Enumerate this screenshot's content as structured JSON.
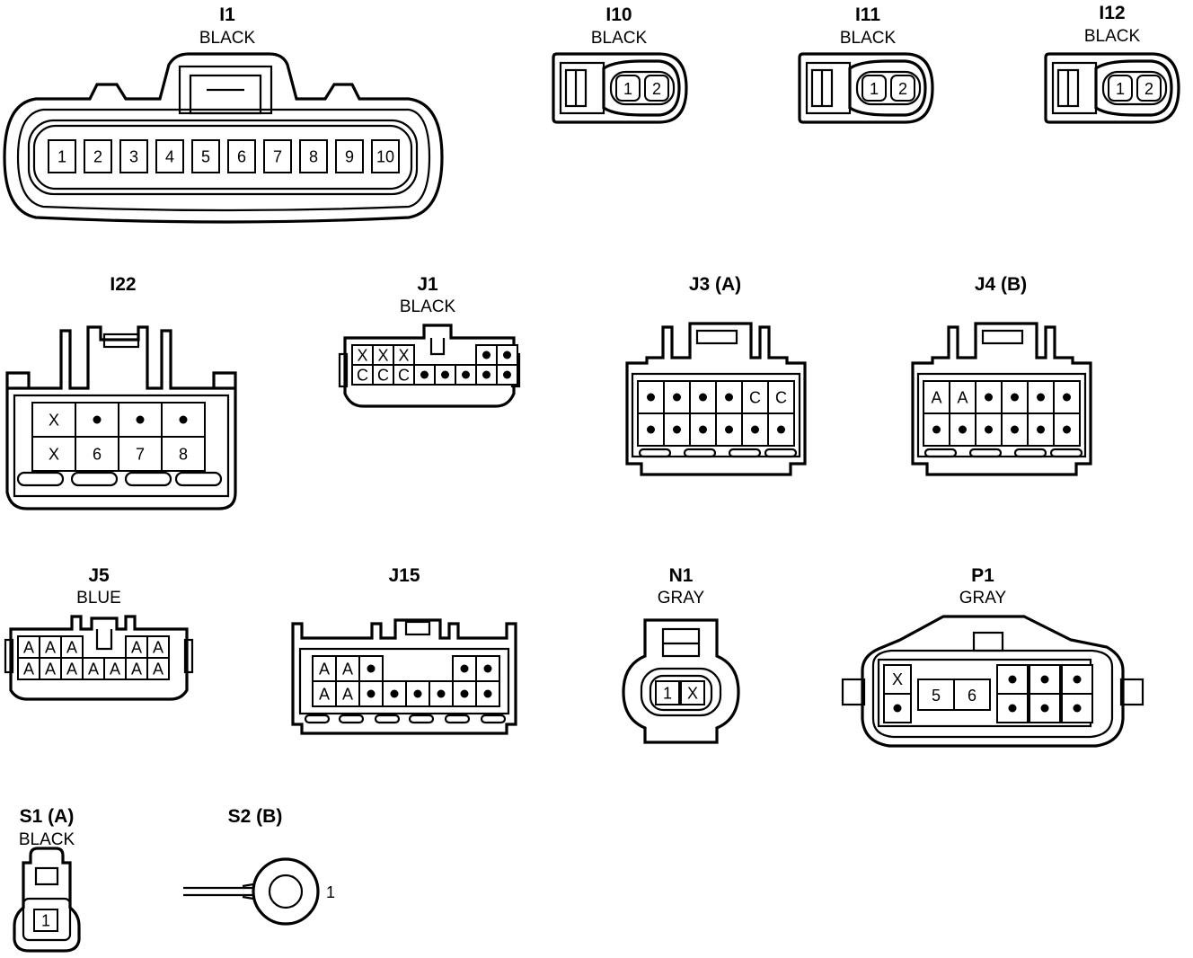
{
  "connectors": [
    {
      "id": "I1",
      "name": "I1",
      "color": "BLACK",
      "rows": [
        [
          "1",
          "2",
          "3",
          "4",
          "5",
          "6",
          "7",
          "8",
          "9",
          "10"
        ]
      ]
    },
    {
      "id": "I10",
      "name": "I10",
      "color": "BLACK",
      "rows": [
        [
          "1",
          "2"
        ]
      ]
    },
    {
      "id": "I11",
      "name": "I11",
      "color": "BLACK",
      "rows": [
        [
          "1",
          "2"
        ]
      ]
    },
    {
      "id": "I12",
      "name": "I12",
      "color": "BLACK",
      "rows": [
        [
          "1",
          "2"
        ]
      ]
    },
    {
      "id": "I22",
      "name": "I22",
      "color": "",
      "rows": [
        [
          "X",
          "•",
          "•",
          "•"
        ],
        [
          "X",
          "6",
          "7",
          "8"
        ]
      ]
    },
    {
      "id": "J1",
      "name": "J1",
      "color": "BLACK",
      "rows": [
        [
          "X",
          "X",
          "X",
          "",
          "",
          "",
          "•",
          "•"
        ],
        [
          "C",
          "C",
          "C",
          "•",
          "•",
          "•",
          "•",
          "•"
        ]
      ]
    },
    {
      "id": "J3",
      "name": "J3 (A)",
      "color": "",
      "rows": [
        [
          "•",
          "•",
          "•",
          "•",
          "C",
          "C"
        ],
        [
          "•",
          "•",
          "•",
          "•",
          "•",
          "•"
        ]
      ]
    },
    {
      "id": "J4",
      "name": "J4 (B)",
      "color": "",
      "rows": [
        [
          "A",
          "A",
          "•",
          "•",
          "•",
          "•"
        ],
        [
          "•",
          "•",
          "•",
          "•",
          "•",
          "•"
        ]
      ]
    },
    {
      "id": "J5",
      "name": "J5",
      "color": "BLUE",
      "rows": [
        [
          "A",
          "A",
          "A",
          "",
          "",
          "A",
          "A"
        ],
        [
          "A",
          "A",
          "A",
          "A",
          "A",
          "A",
          "A"
        ]
      ]
    },
    {
      "id": "J15",
      "name": "J15",
      "color": "",
      "rows": [
        [
          "A",
          "A",
          "•",
          "",
          "",
          "",
          "•",
          "•"
        ],
        [
          "A",
          "A",
          "•",
          "•",
          "•",
          "•",
          "•",
          "•"
        ]
      ]
    },
    {
      "id": "N1",
      "name": "N1",
      "color": "GRAY",
      "rows": [
        [
          "1",
          "X"
        ]
      ]
    },
    {
      "id": "P1",
      "name": "P1",
      "color": "GRAY",
      "rows": [
        [
          "X",
          "",
          "",
          "•",
          "•",
          "•"
        ],
        [
          "•",
          "5",
          "6",
          "•",
          "•",
          "•"
        ]
      ]
    },
    {
      "id": "S1",
      "name": "S1 (A)",
      "color": "BLACK",
      "rows": [
        [
          "1"
        ]
      ]
    },
    {
      "id": "S2",
      "name": "S2 (B)",
      "color": "",
      "rows": [
        [
          "1"
        ]
      ]
    }
  ]
}
